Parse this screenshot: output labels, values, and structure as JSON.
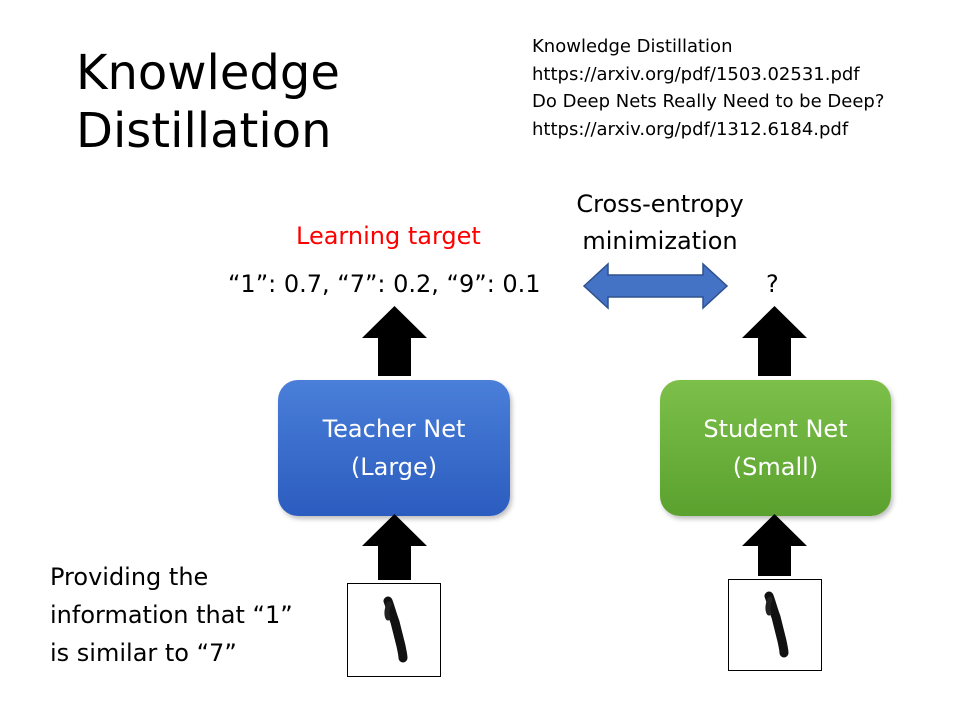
{
  "slide": {
    "title_lines": [
      "Knowledge",
      "Distillation"
    ],
    "references": [
      "Knowledge Distillation",
      "https://arxiv.org/pdf/1503.02531.pdf",
      "Do Deep Nets Really Need to be Deep?",
      "https://arxiv.org/pdf/1312.6184.pdf"
    ],
    "learning_target_label": "Learning target",
    "learning_target_probs": "“1”: 0.7, “7”: 0.2, “9”: 0.1",
    "cross_entropy_lines": [
      "Cross-entropy",
      "minimization"
    ],
    "student_output": "?",
    "teacher_net": {
      "lines": [
        "Teacher Net",
        "(Large)"
      ],
      "color": "#3a6fd0"
    },
    "student_net": {
      "lines": [
        "Student Net",
        "(Small)"
      ],
      "color": "#6cb33f"
    },
    "caption_lines": [
      "Providing the",
      "information that “1”",
      "is similar to “7”"
    ],
    "accent_color": "#ff0000",
    "double_arrow_color": "#4472c4",
    "icons": {
      "up_arrow": "up-arrow-icon",
      "double_arrow": "double-arrow-icon",
      "digit_image": "handwritten-digit-1"
    }
  }
}
